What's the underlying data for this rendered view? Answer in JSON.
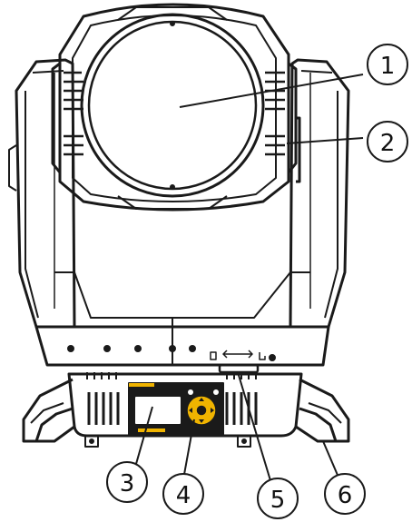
{
  "figure": {
    "colors": {
      "line": "#1a1a1a",
      "fill": "#ffffff",
      "panel_accent": "#f0b400",
      "display_bg": "#ffffff"
    },
    "callouts": [
      {
        "id": 1,
        "label": "1"
      },
      {
        "id": 2,
        "label": "2"
      },
      {
        "id": 3,
        "label": "3"
      },
      {
        "id": 4,
        "label": "4"
      },
      {
        "id": 5,
        "label": "5"
      },
      {
        "id": 6,
        "label": "6"
      }
    ]
  }
}
